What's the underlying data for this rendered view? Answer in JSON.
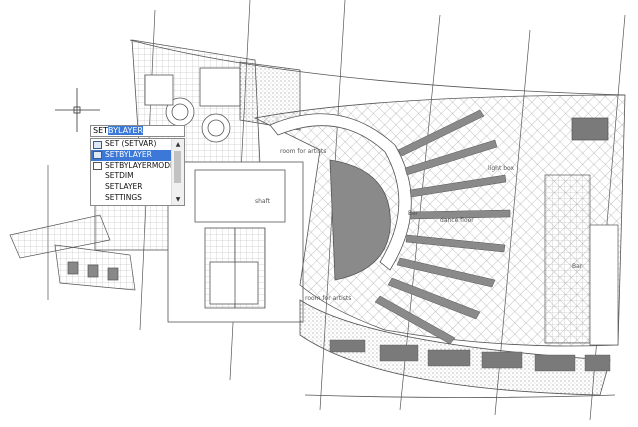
{
  "command_line": {
    "typed": "SET",
    "suggestion": "BYLAYER"
  },
  "autocomplete": {
    "items": [
      {
        "label": "SET (SETVAR)",
        "icon": "setvar-icon",
        "selected": false
      },
      {
        "label": "SETBYLAYER",
        "icon": "setbylayer-icon",
        "selected": true
      },
      {
        "label": "SETBYLAYERMODE",
        "icon": "setbylayermode-icon",
        "selected": false
      },
      {
        "label": "SETDIM",
        "icon": "",
        "selected": false
      },
      {
        "label": "SETLAYER",
        "icon": "",
        "selected": false
      },
      {
        "label": "SETTINGS",
        "icon": "",
        "selected": false
      }
    ],
    "scroll_up": "▲",
    "scroll_down": "▼"
  },
  "drawing": {
    "labels": {
      "room_for_artists_top": "room for artists",
      "shaft": "shaft",
      "bar": "Bar",
      "dance_floor": "dance floor",
      "light_box": "light box",
      "room_for_artists_bottom": "room for artists",
      "bar_right": "Bar"
    }
  },
  "colors": {
    "line": "#555555",
    "selection": "#3b78d8",
    "stage": "#8a8a8a",
    "furniture": "#7a7a7a"
  }
}
